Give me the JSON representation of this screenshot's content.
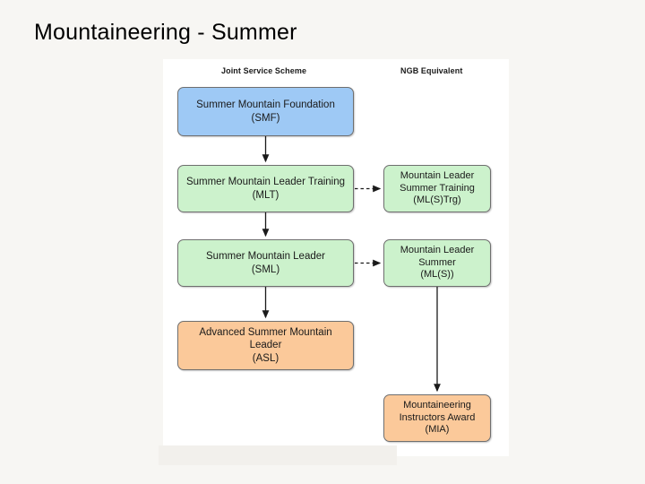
{
  "slide": {
    "title": "Mountaineering - Summer"
  },
  "diagram": {
    "columns": [
      {
        "id": "joint-service-scheme",
        "header": "Joint Service Scheme"
      },
      {
        "id": "ngb-equivalent",
        "header": "NGB Equivalent"
      }
    ],
    "nodes": [
      {
        "id": "smf",
        "column": "joint-service-scheme",
        "line1": "Summer Mountain Foundation",
        "line2": "(SMF)",
        "color": "#9ec9f5",
        "color_name": "light-blue"
      },
      {
        "id": "mlt",
        "column": "joint-service-scheme",
        "line1": "Summer Mountain Leader Training",
        "line2": "(MLT)",
        "color": "#ccf2cc",
        "color_name": "light-green"
      },
      {
        "id": "sml",
        "column": "joint-service-scheme",
        "line1": "Summer Mountain Leader",
        "line2": "(SML)",
        "color": "#ccf2cc",
        "color_name": "light-green"
      },
      {
        "id": "asl",
        "column": "joint-service-scheme",
        "line1": "Advanced Summer Mountain",
        "line2": "Leader",
        "line3": "(ASL)",
        "color": "#fbc99a",
        "color_name": "light-orange"
      },
      {
        "id": "mlstrg",
        "column": "ngb-equivalent",
        "line1": "Mountain Leader",
        "line2": "Summer Training",
        "line3": "(ML(S)Trg)",
        "color": "#ccf2cc",
        "color_name": "light-green"
      },
      {
        "id": "mls",
        "column": "ngb-equivalent",
        "line1": "Mountain Leader",
        "line2": "Summer",
        "line3": "(ML(S))",
        "color": "#ccf2cc",
        "color_name": "light-green"
      },
      {
        "id": "mia",
        "column": "ngb-equivalent",
        "line1": "Mountaineering",
        "line2": "Instructors Award",
        "line3": "(MIA)",
        "color": "#fbc99a",
        "color_name": "light-orange"
      }
    ],
    "connectors": [
      {
        "id": "smf-to-mlt",
        "from": "smf",
        "to": "mlt",
        "style": "solid",
        "direction": "down"
      },
      {
        "id": "mlt-to-sml",
        "from": "mlt",
        "to": "sml",
        "style": "solid",
        "direction": "down"
      },
      {
        "id": "sml-to-asl",
        "from": "sml",
        "to": "asl",
        "style": "solid",
        "direction": "down"
      },
      {
        "id": "mlt-to-mlstrg",
        "from": "mlt",
        "to": "mlstrg",
        "style": "dashed",
        "direction": "right"
      },
      {
        "id": "sml-to-mls",
        "from": "sml",
        "to": "mls",
        "style": "dashed",
        "direction": "right"
      },
      {
        "id": "mls-to-mia",
        "from": "mls",
        "to": "mia",
        "style": "solid",
        "direction": "down"
      }
    ]
  }
}
